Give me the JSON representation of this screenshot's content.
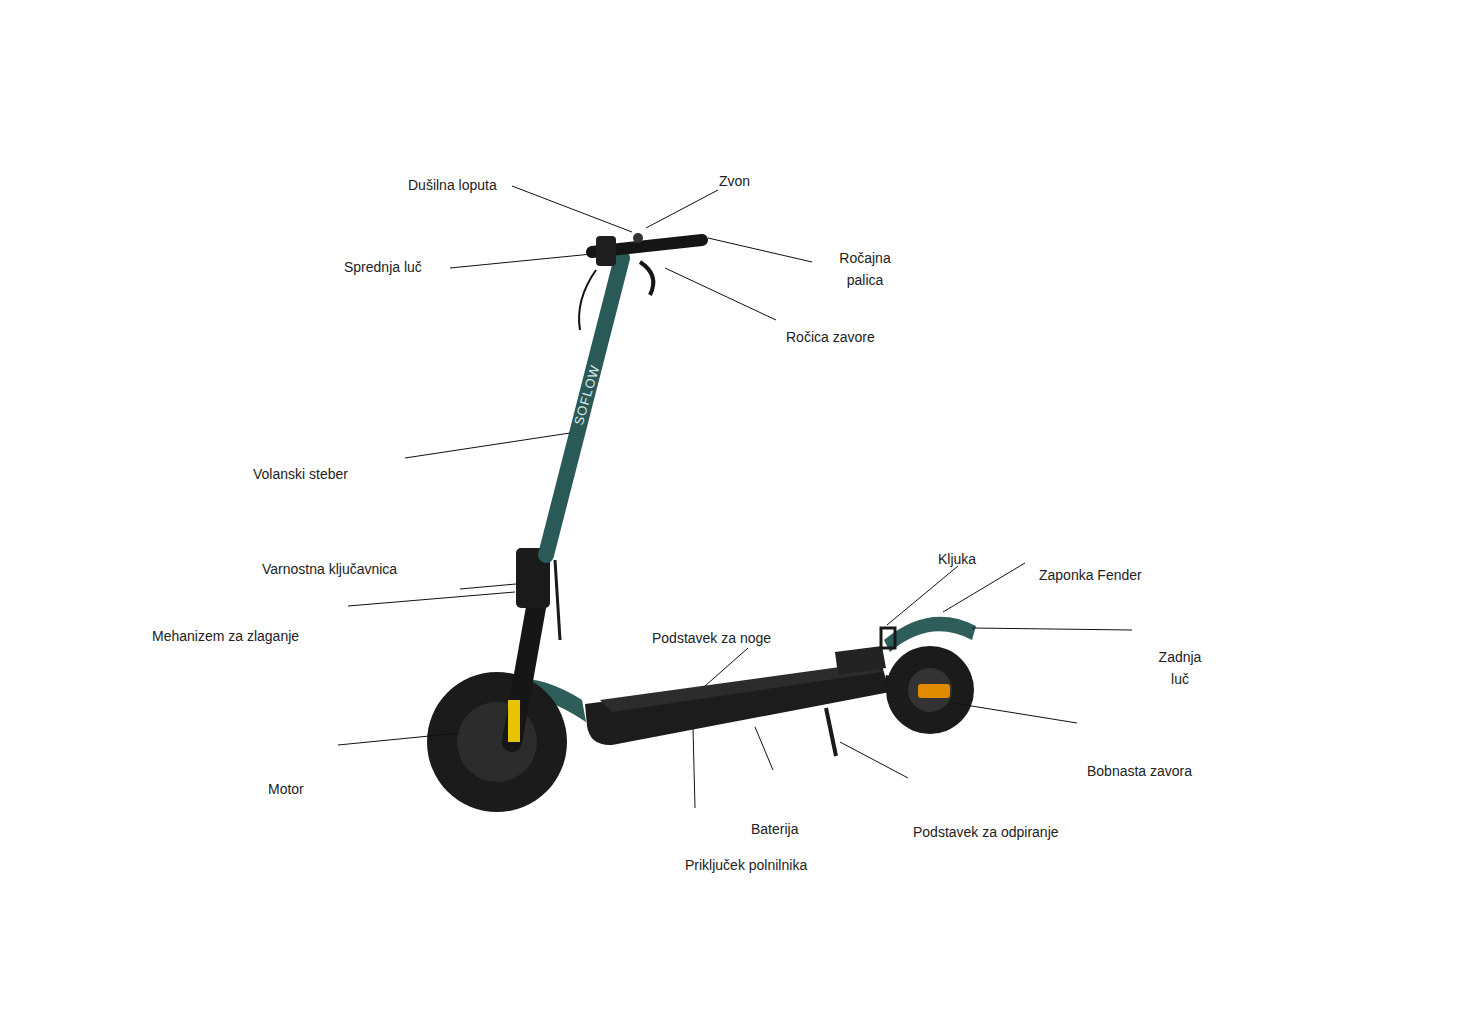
{
  "diagram": {
    "labels": [
      "Dušilna loputa",
      "Zvon",
      "Sprednja luč",
      "Ročajna palica",
      "Ročica zavore",
      "SOFLOW",
      "Volanski steber",
      "Varnostna ključavnica",
      "Kljuka",
      "Zaponka Fender",
      "Mehanizem za zlaganje",
      "Podstavek za noge",
      "Zadnja luč",
      "Motor",
      "Bobnasta zavora",
      "Baterija",
      "Podstavek za odpiranje",
      "Priključek polnilnika"
    ]
  }
}
